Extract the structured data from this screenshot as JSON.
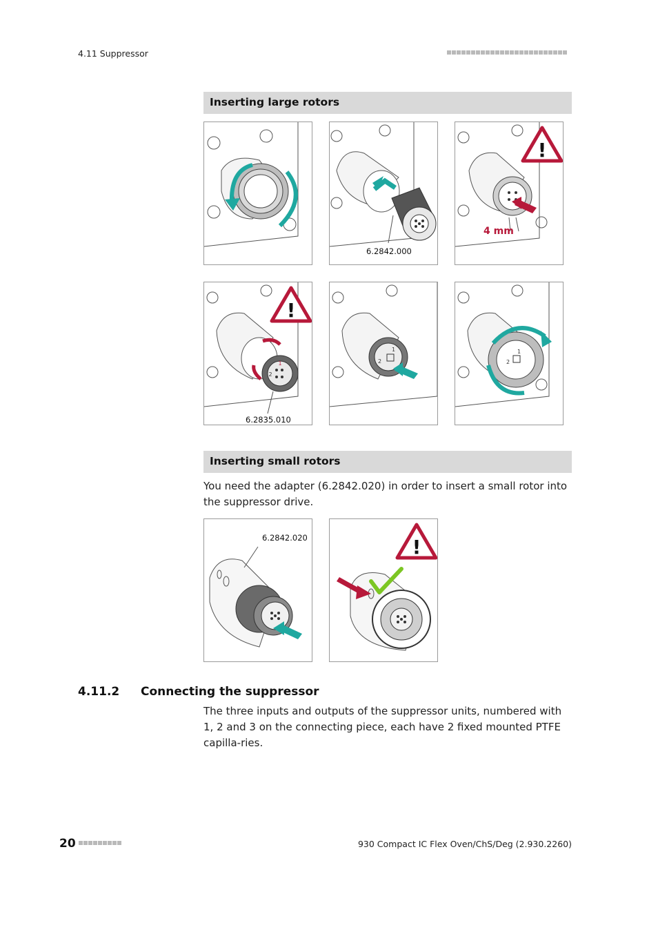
{
  "header": {
    "section": "4.11 Suppressor"
  },
  "large_rotors": {
    "heading": "Inserting large rotors",
    "figures": [
      {
        "label": ""
      },
      {
        "label": "6.2842.000"
      },
      {
        "label": "",
        "dimension": "4 mm"
      },
      {
        "label": "6.2835.010"
      },
      {
        "label": ""
      },
      {
        "label": ""
      }
    ]
  },
  "small_rotors": {
    "heading": "Inserting small rotors",
    "text": "You need the adapter (6.2842.020) in order to insert a small rotor into the suppressor drive.",
    "figures": [
      {
        "label": "6.2842.020"
      },
      {
        "label": ""
      }
    ]
  },
  "section": {
    "number": "4.11.2",
    "title": "Connecting the suppressor",
    "text": "The three inputs and outputs of the suppressor units, numbered with 1, 2 and 3 on the connecting piece, each have 2 fixed mounted PTFE capilla-ries."
  },
  "footer": {
    "page_number": "20",
    "document_title": "930 Compact IC Flex Oven/ChS/Deg (2.930.2260)"
  },
  "colors": {
    "teal_arrow": "#1fa8a0",
    "red_arrow": "#b7193a",
    "warning_red": "#b7193a",
    "check_green": "#7cc623",
    "heading_bar": "#d9d9d9"
  }
}
